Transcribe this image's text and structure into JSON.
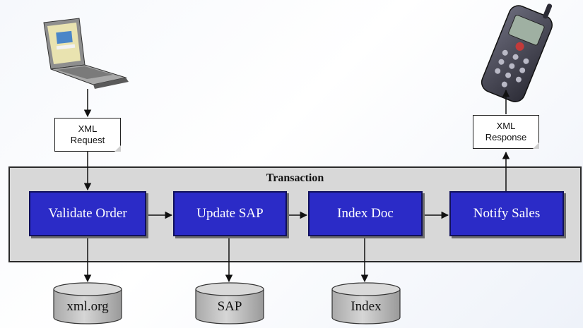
{
  "diagram": {
    "transaction_title": "Transaction",
    "request_note": {
      "line1": "XML",
      "line2": "Request"
    },
    "response_note": {
      "line1": "XML",
      "line2": "Response"
    },
    "steps": [
      {
        "label": "Validate Order"
      },
      {
        "label": "Update SAP"
      },
      {
        "label": "Index Doc"
      },
      {
        "label": "Notify Sales"
      }
    ],
    "databases": [
      {
        "label": "xml.org"
      },
      {
        "label": "SAP"
      },
      {
        "label": "Index"
      }
    ],
    "icons": {
      "client": "laptop-icon",
      "device": "mobile-phone-icon"
    },
    "colors": {
      "step_fill": "#2b2bc7",
      "transaction_fill": "#d8d8d8",
      "database_fill": "#c8c8c8"
    }
  }
}
